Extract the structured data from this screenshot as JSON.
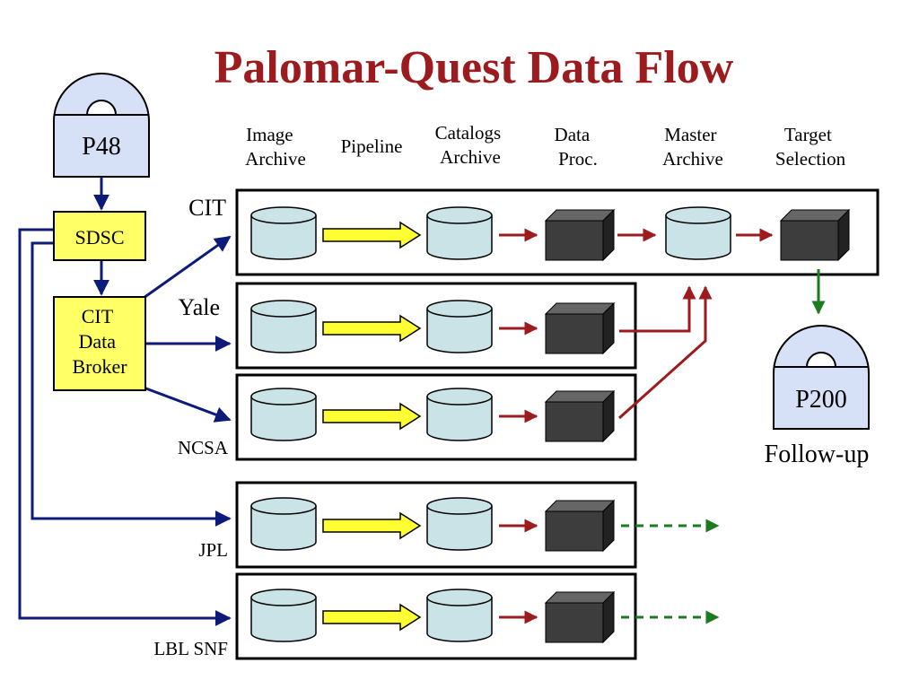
{
  "title": "Palomar-Quest Data Flow",
  "columns": {
    "image_archive": [
      "Image",
      "Archive"
    ],
    "pipeline": "Pipeline",
    "catalogs_archive": [
      "Catalogs",
      "Archive"
    ],
    "data_proc": [
      "Data",
      "Proc."
    ],
    "master_archive": [
      "Master",
      "Archive"
    ],
    "target_selection": [
      "Target",
      "Selection"
    ]
  },
  "telescopes": {
    "p48": "P48",
    "p200": "P200",
    "follow_up": "Follow-up"
  },
  "nodes": {
    "sdsc": "SDSC",
    "broker": [
      "CIT",
      "Data",
      "Broker"
    ]
  },
  "sites": [
    "CIT",
    "Yale",
    "NCSA",
    "JPL",
    "LBL SNF"
  ],
  "colors": {
    "title": "#9b1b1f",
    "node_fill": "#ffff66",
    "dome_fill": "#d6e0f7",
    "cylinder_fill": "#c9e3e6",
    "processor_fill": "#3d3d3d",
    "pipeline_arrow": "#ffff33",
    "flow_arrow": "#9b1b1f",
    "distribution_arrow": "#0d1a7a",
    "output_arrow": "#1e7a1e"
  }
}
